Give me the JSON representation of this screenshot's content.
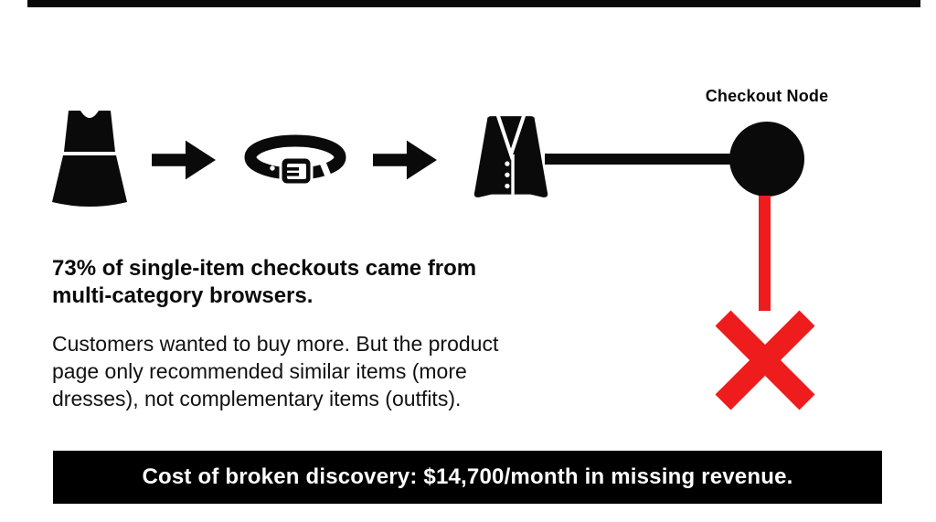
{
  "diagram": {
    "checkout_node_label": "Checkout Node",
    "flow_icons": [
      "dress-icon",
      "arrow-right-icon",
      "belt-icon",
      "arrow-right-icon",
      "cardigan-icon"
    ],
    "blocked_marker_icon": "x-icon"
  },
  "headline": {
    "lines": [
      "73% of single-item checkouts came from",
      "multi-category browsers."
    ]
  },
  "body": {
    "lines": [
      "Customers wanted to buy more. But the product",
      "page only recommended similar items (more",
      "dresses), not complementary items (outfits)."
    ]
  },
  "footer": {
    "text": "Cost of broken discovery: $14,700/month in missing revenue."
  },
  "colors": {
    "ink": "#0a0a0a",
    "alert_red": "#ee1c1c",
    "background": "#ffffff",
    "footer_background": "#000000",
    "footer_text": "#ffffff"
  }
}
